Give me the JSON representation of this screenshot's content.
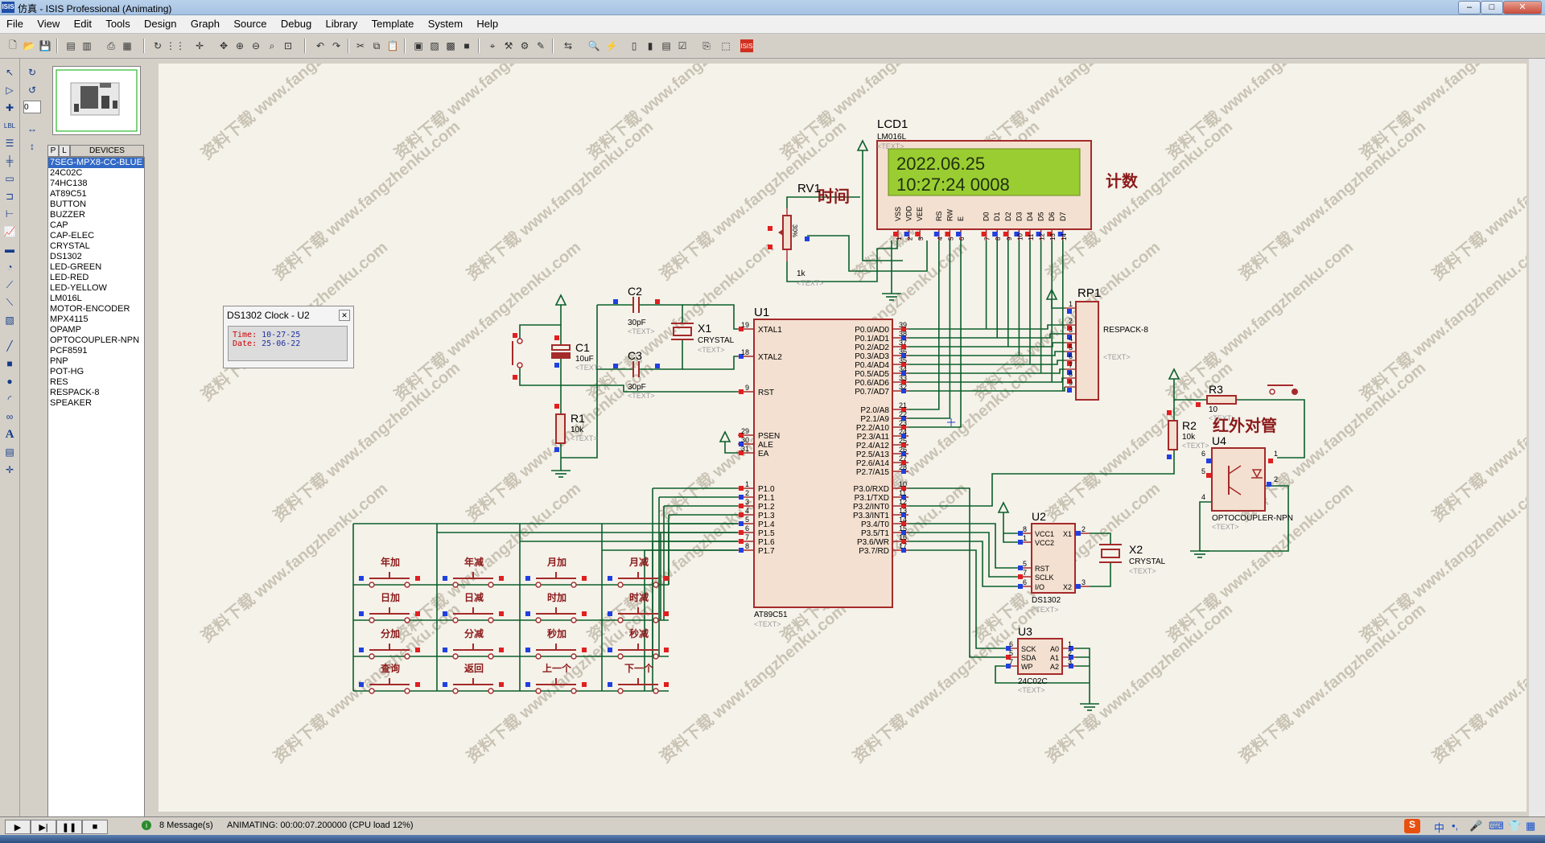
{
  "window": {
    "title": "仿真 - ISIS Professional (Animating)",
    "icon": "ISIS"
  },
  "menu": [
    "File",
    "View",
    "Edit",
    "Tools",
    "Design",
    "Graph",
    "Source",
    "Debug",
    "Library",
    "Template",
    "System",
    "Help"
  ],
  "left_panel": {
    "tabs": [
      "P",
      "L",
      "DEVICES"
    ],
    "zoom_value": "0",
    "devices": [
      "7SEG-MPX8-CC-BLUE",
      "24C02C",
      "74HC138",
      "AT89C51",
      "BUTTON",
      "BUZZER",
      "CAP",
      "CAP-ELEC",
      "CRYSTAL",
      "DS1302",
      "LED-GREEN",
      "LED-RED",
      "LED-YELLOW",
      "LM016L",
      "MOTOR-ENCODER",
      "MPX4115",
      "OPAMP",
      "OPTOCOUPLER-NPN",
      "PCF8591",
      "PNP",
      "POT-HG",
      "RES",
      "RESPACK-8",
      "SPEAKER"
    ]
  },
  "popup": {
    "title": "DS1302 Clock - U2",
    "time_label": "Time:",
    "time_value": "10-27-25",
    "date_label": "Date:",
    "date_value": "25-06-22"
  },
  "schematic": {
    "lcd": {
      "ref": "LCD1",
      "part": "LM016L",
      "text": "<TEXT>",
      "line1": "2022.06.25",
      "line2": "10:27:24   0008",
      "pins": [
        "VSS",
        "VDD",
        "VEE",
        "RS",
        "RW",
        "E",
        "D0",
        "D1",
        "D2",
        "D3",
        "D4",
        "D5",
        "D6",
        "D7"
      ],
      "pin_numbers": [
        "1",
        "2",
        "3",
        "4",
        "5",
        "6",
        "7",
        "8",
        "9",
        "10",
        "11",
        "12",
        "13",
        "14"
      ]
    },
    "labels": {
      "time": "时间",
      "count": "计数",
      "ir": "红外对管"
    },
    "rv1": {
      "ref": "RV1",
      "value": "1k",
      "text": "<TEXT>",
      "pct": "30%"
    },
    "c1": {
      "ref": "C1",
      "value": "10uF",
      "text": "<TEXT>"
    },
    "c2": {
      "ref": "C2",
      "value": "30pF",
      "text": "<TEXT>"
    },
    "c3": {
      "ref": "C3",
      "value": "30pF",
      "text": "<TEXT>"
    },
    "x1": {
      "ref": "X1",
      "value": "CRYSTAL",
      "text": "<TEXT>"
    },
    "x2": {
      "ref": "X2",
      "value": "CRYSTAL",
      "text": "<TEXT>"
    },
    "r1": {
      "ref": "R1",
      "value": "10k",
      "text": "<TEXT>"
    },
    "r2": {
      "ref": "R2",
      "value": "10k",
      "text": "<TEXT>"
    },
    "r3": {
      "ref": "R3",
      "value": "10",
      "text": "<TEXT>"
    },
    "rp1": {
      "ref": "RP1",
      "value": "RESPACK-8",
      "text": "<TEXT>",
      "pins": [
        "1",
        "2",
        "3",
        "4",
        "5",
        "6",
        "7",
        "8",
        "9"
      ]
    },
    "u1": {
      "ref": "U1",
      "part": "AT89C51",
      "text": "<TEXT>",
      "left_pins": [
        {
          "n": "19",
          "name": "XTAL1"
        },
        {
          "n": "18",
          "name": "XTAL2"
        },
        {
          "n": "9",
          "name": "RST"
        },
        {
          "n": "29",
          "name": "PSEN"
        },
        {
          "n": "30",
          "name": "ALE"
        },
        {
          "n": "31",
          "name": "EA"
        },
        {
          "n": "1",
          "name": "P1.0"
        },
        {
          "n": "2",
          "name": "P1.1"
        },
        {
          "n": "3",
          "name": "P1.2"
        },
        {
          "n": "4",
          "name": "P1.3"
        },
        {
          "n": "5",
          "name": "P1.4"
        },
        {
          "n": "6",
          "name": "P1.5"
        },
        {
          "n": "7",
          "name": "P1.6"
        },
        {
          "n": "8",
          "name": "P1.7"
        }
      ],
      "right_pins": [
        {
          "n": "39",
          "name": "P0.0/AD0"
        },
        {
          "n": "38",
          "name": "P0.1/AD1"
        },
        {
          "n": "37",
          "name": "P0.2/AD2"
        },
        {
          "n": "36",
          "name": "P0.3/AD3"
        },
        {
          "n": "35",
          "name": "P0.4/AD4"
        },
        {
          "n": "34",
          "name": "P0.5/AD5"
        },
        {
          "n": "33",
          "name": "P0.6/AD6"
        },
        {
          "n": "32",
          "name": "P0.7/AD7"
        },
        {
          "n": "21",
          "name": "P2.0/A8"
        },
        {
          "n": "22",
          "name": "P2.1/A9"
        },
        {
          "n": "23",
          "name": "P2.2/A10"
        },
        {
          "n": "24",
          "name": "P2.3/A11"
        },
        {
          "n": "25",
          "name": "P2.4/A12"
        },
        {
          "n": "26",
          "name": "P2.5/A13"
        },
        {
          "n": "27",
          "name": "P2.6/A14"
        },
        {
          "n": "28",
          "name": "P2.7/A15"
        },
        {
          "n": "10",
          "name": "P3.0/RXD"
        },
        {
          "n": "11",
          "name": "P3.1/TXD"
        },
        {
          "n": "12",
          "name": "P3.2/INT0"
        },
        {
          "n": "13",
          "name": "P3.3/INT1"
        },
        {
          "n": "14",
          "name": "P3.4/T0"
        },
        {
          "n": "15",
          "name": "P3.5/T1"
        },
        {
          "n": "16",
          "name": "P3.6/WR"
        },
        {
          "n": "17",
          "name": "P3.7/RD"
        }
      ]
    },
    "u2": {
      "ref": "U2",
      "part": "DS1302",
      "text": "<TEXT>",
      "pins": [
        {
          "n": "8",
          "name": "VCC1"
        },
        {
          "n": "1",
          "name": "VCC2"
        },
        {
          "n": "5",
          "name": "RST"
        },
        {
          "n": "7",
          "name": "SCLK"
        },
        {
          "n": "6",
          "name": "I/O"
        },
        {
          "n": "2",
          "name": "X1"
        },
        {
          "n": "3",
          "name": "X2"
        }
      ]
    },
    "u3": {
      "ref": "U3",
      "part": "24C02C",
      "text": "<TEXT>",
      "pins": [
        {
          "n": "6",
          "name": "SCK"
        },
        {
          "n": "5",
          "name": "SDA"
        },
        {
          "n": "7",
          "name": "WP"
        },
        {
          "n": "1",
          "name": "A0"
        },
        {
          "n": "2",
          "name": "A1"
        },
        {
          "n": "3",
          "name": "A2"
        }
      ]
    },
    "u4": {
      "ref": "U4",
      "part": "OPTOCOUPLER-NPN",
      "text": "<TEXT>",
      "pins": [
        "1",
        "2",
        "4",
        "5",
        "6"
      ]
    },
    "buttons": [
      "年加",
      "年减",
      "月加",
      "月减",
      "日加",
      "日减",
      "时加",
      "时减",
      "分加",
      "分减",
      "秒加",
      "秒减",
      "查询",
      "返回",
      "上一个",
      "下一个"
    ]
  },
  "statusbar": {
    "messages": "8 Message(s)",
    "status": "ANIMATING: 00:00:07.200000 (CPU load 12%)"
  },
  "tray": {
    "ime": "中",
    "ime_logo": "S"
  },
  "watermark": "资料下载 www.fangzhenku.com",
  "colors": {
    "wire": "#0b5f2b",
    "component": "#a52a2a",
    "pin_high": "#e02020",
    "pin_low": "#2040e0",
    "lcd_bg": "#9acd32",
    "canvas": "#f5f2ea"
  }
}
